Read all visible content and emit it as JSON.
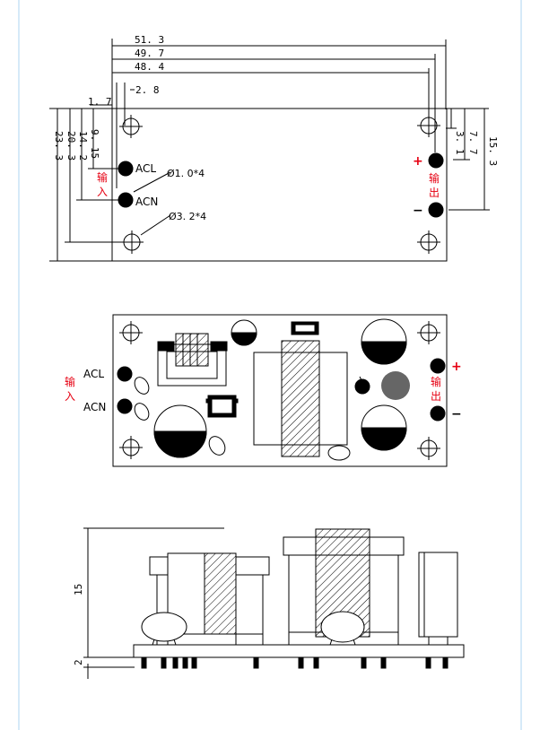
{
  "colors": {
    "line": "#000000",
    "accent": "#e60012",
    "gray_component": "#666666",
    "frame": "#d6eaf8"
  },
  "top_view": {
    "dims_top": [
      "51. 3",
      "49. 7",
      "48. 4",
      "2. 8",
      "1. 7"
    ],
    "dims_left": [
      "23. 3",
      "20. 3",
      "14. 2",
      "9. 15"
    ],
    "dims_right": [
      "3. 1",
      "7. 7",
      "15. 3"
    ],
    "pin_labels": {
      "acl": "ACL",
      "acn": "ACN"
    },
    "input_label": [
      "输",
      "入"
    ],
    "output_label": [
      "输",
      "出"
    ],
    "plus": "+",
    "minus": "−",
    "callouts": {
      "pin_hole": "Ø1. 0*4",
      "mount_hole": "Ø3. 2*4"
    }
  },
  "middle_view": {
    "pin_labels": {
      "acl": "ACL",
      "acn": "ACN"
    },
    "input_label": [
      "输",
      "入"
    ],
    "output_label": [
      "输",
      "出"
    ],
    "plus": "+",
    "minus": "−"
  },
  "side_view": {
    "height_label": "15",
    "pin_label": "2"
  }
}
